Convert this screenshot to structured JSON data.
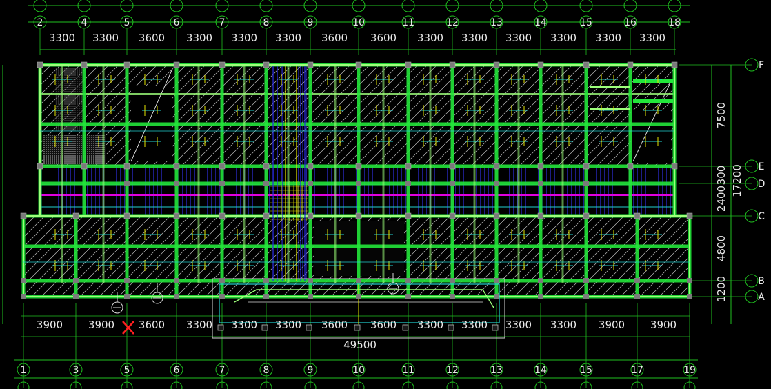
{
  "drawing": {
    "top_axis_labels": [
      "2",
      "4",
      "5",
      "6",
      "7",
      "8",
      "9",
      "10",
      "11",
      "12",
      "13",
      "14",
      "15",
      "16",
      "18"
    ],
    "top_dimensions": [
      "3300",
      "3300",
      "3600",
      "3300",
      "3300",
      "3300",
      "3600",
      "3600",
      "3300",
      "3300",
      "3300",
      "3300",
      "3300",
      "3300"
    ],
    "bottom_axis_labels": [
      "1",
      "3",
      "5",
      "6",
      "7",
      "8",
      "9",
      "10",
      "11",
      "12",
      "13",
      "14",
      "15",
      "17",
      "19"
    ],
    "bottom_dimensions": [
      "3900",
      "3900",
      "3600",
      "3300",
      "3300",
      "3300",
      "3600",
      "3600",
      "3300",
      "3300",
      "3300",
      "3300",
      "3900",
      "3900"
    ],
    "overall_dimension": "49500",
    "right_axis_labels": [
      "F",
      "E",
      "D",
      "C",
      "B",
      "A"
    ],
    "right_dimensions": [
      "7500",
      "300",
      "2400",
      "4800",
      "1200"
    ],
    "right_total_dimension": "17200",
    "colors": {
      "background": "#000000",
      "beam": "#22e63a",
      "beam_light": "#9dff7a",
      "column": "#7a7a7a",
      "hatch": "#d8d8d8",
      "axis": "#1fc01f",
      "yellow": "#e6e600",
      "blue": "#2a2ae6",
      "magenta": "#e000e0",
      "cyan": "#22d0d0",
      "text": "#e8e8e8",
      "marker": "#ff2020"
    }
  }
}
